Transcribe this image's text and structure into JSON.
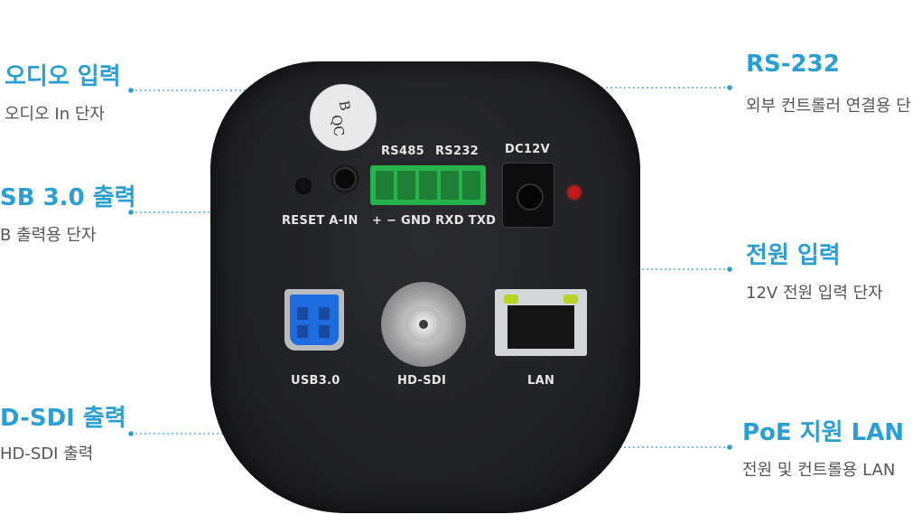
{
  "callouts": {
    "audio": {
      "title": "오디오 입력",
      "desc": "오디오 In 단자"
    },
    "usb": {
      "title": "SB 3.0 출력",
      "desc": "B 출력용 단자"
    },
    "sdi": {
      "title": "D-SDI 출력",
      "desc": "HD-SDI 출력"
    },
    "rs232": {
      "title": "RS-232",
      "desc": "외부 컨트롤러 연결용 단"
    },
    "power": {
      "title": "전원 입력",
      "desc": "12V 전원 입력 단자"
    },
    "poe": {
      "title": "PoE 지원 LAN",
      "desc": "전원 및 컨트롤용 LAN"
    }
  },
  "camera": {
    "qc_sticker": {
      "line1": "B",
      "line2": "QC"
    },
    "labels": {
      "rs485": "RS485",
      "rs232": "RS232",
      "dc12v": "DC12V",
      "reset_ain": "RESET  A-IN",
      "terminal_pins": "+ −  GND RXD TXD",
      "usb": "USB3.0",
      "hdsdi": "HD-SDI",
      "lan": "LAN"
    }
  },
  "colors": {
    "accent": "#2a9fd6",
    "desc_text": "#555555",
    "body": "#202124",
    "terminal": "#27b34b",
    "usb_blue": "#1f6ce0",
    "led": "#c21818"
  }
}
